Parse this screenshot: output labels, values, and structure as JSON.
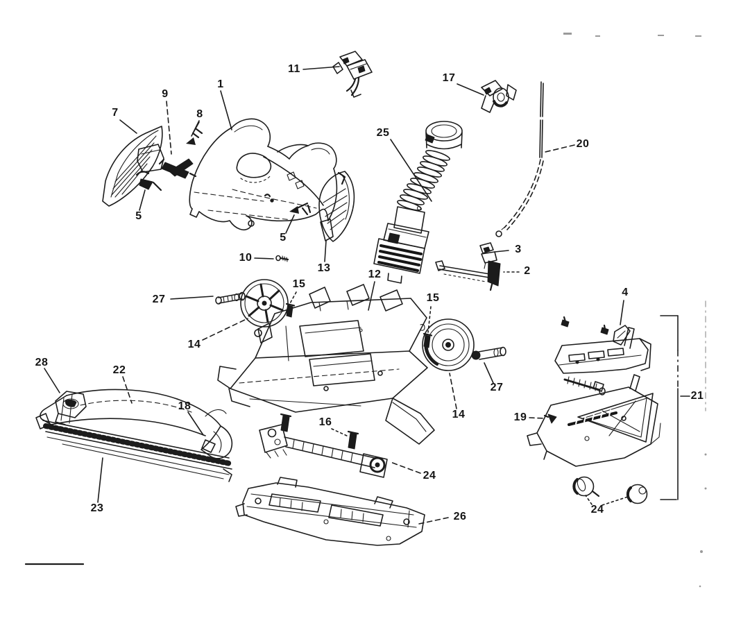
{
  "diagram": {
    "colors": {
      "ink": "#1c1c1c",
      "background": "#ffffff",
      "artifact": "#b0b0b0"
    },
    "callouts": [
      {
        "id": "1",
        "text": "1"
      },
      {
        "id": "7",
        "text": "7"
      },
      {
        "id": "9",
        "text": "9"
      },
      {
        "id": "8",
        "text": "8"
      },
      {
        "id": "11",
        "text": "11"
      },
      {
        "id": "17",
        "text": "17"
      },
      {
        "id": "25",
        "text": "25"
      },
      {
        "id": "20",
        "text": "20"
      },
      {
        "id": "5-left",
        "text": "5"
      },
      {
        "id": "5-right",
        "text": "5"
      },
      {
        "id": "10",
        "text": "10"
      },
      {
        "id": "13",
        "text": "13"
      },
      {
        "id": "12",
        "text": "12"
      },
      {
        "id": "3",
        "text": "3"
      },
      {
        "id": "2",
        "text": "2"
      },
      {
        "id": "15-left",
        "text": "15"
      },
      {
        "id": "15-right",
        "text": "15"
      },
      {
        "id": "4",
        "text": "4"
      },
      {
        "id": "27-left",
        "text": "27"
      },
      {
        "id": "14-left",
        "text": "14"
      },
      {
        "id": "28",
        "text": "28"
      },
      {
        "id": "22",
        "text": "22"
      },
      {
        "id": "18",
        "text": "18"
      },
      {
        "id": "16",
        "text": "16"
      },
      {
        "id": "27-right",
        "text": "27"
      },
      {
        "id": "14-right",
        "text": "14"
      },
      {
        "id": "19",
        "text": "19"
      },
      {
        "id": "21",
        "text": "21"
      },
      {
        "id": "23",
        "text": "23"
      },
      {
        "id": "24-left",
        "text": "24"
      },
      {
        "id": "26",
        "text": "26"
      },
      {
        "id": "24-right",
        "text": "24"
      }
    ]
  }
}
